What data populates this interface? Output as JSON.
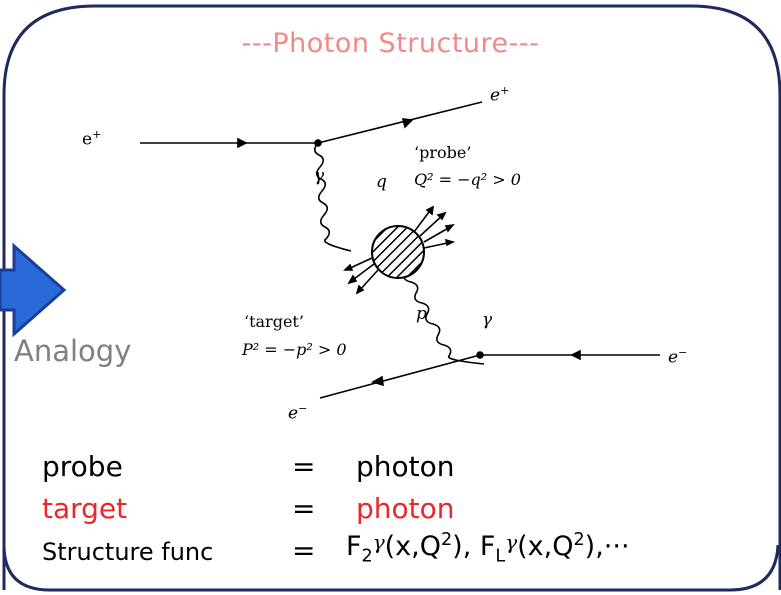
{
  "title": "---Photon Structure---",
  "analogy_label": "Analogy",
  "diagram": {
    "e_plus_in": "e",
    "e_plus_in_sup": "+",
    "e_plus_out": "e",
    "e_plus_out_sup": "+",
    "e_minus_in": "e",
    "e_minus_in_sup": "−",
    "e_minus_out": "e",
    "e_minus_out_sup": "−",
    "gamma_top": "γ",
    "q_label": "q",
    "probe_quote": "‘probe’",
    "probe_formula": "Q² = −q² > 0",
    "target_quote": "‘target’",
    "target_formula": "P² = −p² > 0",
    "p_label": "p",
    "gamma_bottom": "γ"
  },
  "rows": [
    {
      "left": "probe",
      "eq": "=",
      "right": "photon"
    },
    {
      "left": "target",
      "eq": "=",
      "right": "photon"
    }
  ],
  "structure_row": {
    "left": "Structure func",
    "eq": "=",
    "f2": "F",
    "f2_sub": "2",
    "f2_gamma": "γ",
    "f2_args": "(x,Q",
    "f2_args_sup": "2",
    "f2_close": "),",
    "fl": "F",
    "fl_sub": "L",
    "fl_gamma": "γ",
    "fl_args": "(x,Q",
    "fl_args_sup": "2",
    "fl_close": "),···"
  },
  "colors": {
    "frame": "#1f2a5e",
    "title": "#f08a8a",
    "analogy": "#808080",
    "arrow_fill": "#2a6ad8",
    "arrow_stroke": "#1a3f9a",
    "target_red": "#e8282a",
    "text": "#000000"
  }
}
